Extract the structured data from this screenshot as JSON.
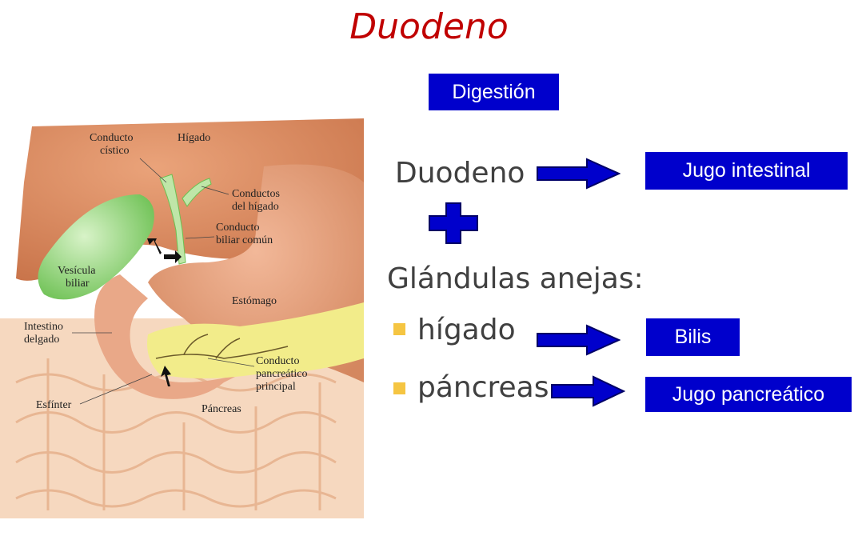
{
  "title": "Duodeno",
  "digestion_box": "Digestión",
  "left_terms": {
    "duodeno": "Duodeno",
    "glandulas": "Glándulas anejas:",
    "higado": "hígado",
    "pancreas": "páncreas"
  },
  "outputs": {
    "jugo_intestinal": "Jugo intestinal",
    "bilis": "Bilis",
    "jugo_pancreatico": "Jugo pancreático"
  },
  "illustration_labels": {
    "conducto_cistico_1": "Conducto",
    "conducto_cistico_2": "cístico",
    "higado": "Hígado",
    "conductos_higado_1": "Conductos",
    "conductos_higado_2": "del hígado",
    "conducto_biliar_1": "Conducto",
    "conducto_biliar_2": "biliar común",
    "vesicula_1": "Vesícula",
    "vesicula_2": "biliar",
    "estomago": "Estómago",
    "intestino_1": "Intestino",
    "intestino_2": "delgado",
    "pancreatico_1": "Conducto",
    "pancreatico_2": "pancreático",
    "pancreatico_3": "principal",
    "esfinter": "Esfínter",
    "pancreas": "Páncreas"
  },
  "colors": {
    "title": "#c00000",
    "box": "#0000cc",
    "bullet": "#f5c542",
    "liver": "#d98a5e",
    "gallbladder": "#8fd17a",
    "pancreas": "#f2ec8a",
    "intestine": "#f3c9a6"
  }
}
